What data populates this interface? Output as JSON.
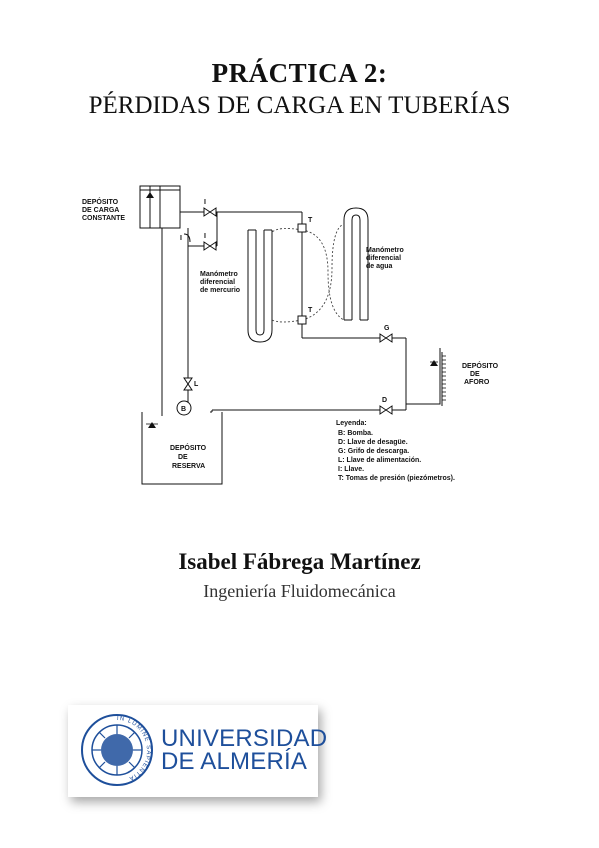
{
  "title": {
    "line1": "PRÁCTICA 2:",
    "line2": "PÉRDIDAS DE CARGA EN TUBERÍAS"
  },
  "diagram": {
    "labels": {
      "deposito_carga_1": "DEPÓSITO",
      "deposito_carga_2": "DE CARGA",
      "deposito_carga_3": "CONSTANTE",
      "manometro_agua_1": "Manómetro",
      "manometro_agua_2": "diferencial",
      "manometro_agua_3": "de agua",
      "manometro_mercurio_1": "Manómetro",
      "manometro_mercurio_2": "diferencial",
      "manometro_mercurio_3": "de mercurio",
      "deposito_aforo_1": "DEPÓSITO",
      "deposito_aforo_2": "DE",
      "deposito_aforo_3": "AFORO",
      "deposito_reserva_1": "DEPÓSITO",
      "deposito_reserva_2": "DE",
      "deposito_reserva_3": "RESERVA",
      "I": "I",
      "T": "T",
      "G": "G",
      "L": "L",
      "B": "B",
      "D": "D"
    },
    "legend": {
      "title": "Leyenda:",
      "items": [
        "B: Bomba.",
        "D: Llave de desagüe.",
        "G: Grifo de descarga.",
        "L: Llave de alimentación.",
        "I: Llave.",
        "T: Tomas de presión (piezómetros)."
      ]
    }
  },
  "author": "Isabel Fábrega Martínez",
  "subject": "Ingeniería Fluidomecánica",
  "logo": {
    "line1": "UNIVERSIDAD",
    "line2": "DE ALMERÍA",
    "seal_text": "IN LUMINE SAPIENTIA",
    "color": "#1e4f9b"
  }
}
